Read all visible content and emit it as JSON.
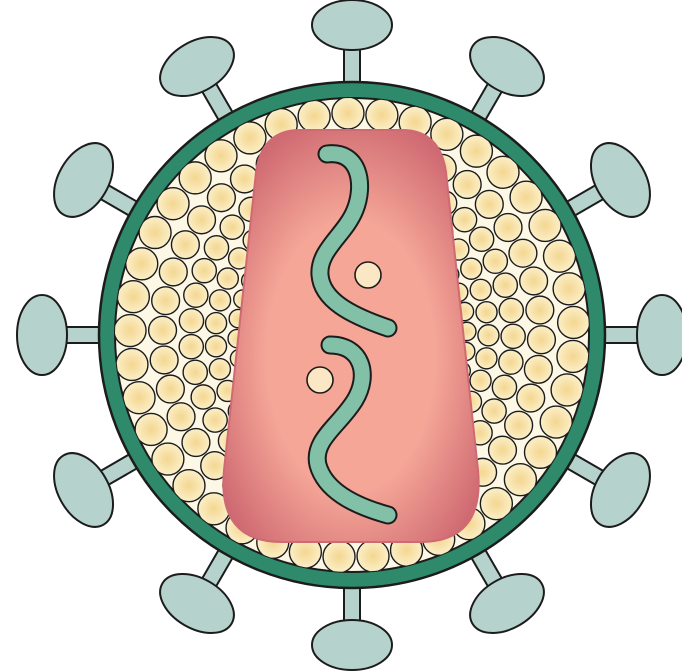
{
  "colors": {
    "background": "#ffffff",
    "outline": "#1c1c1c",
    "envelope": "#2f8a6c",
    "envelope_interior": "#fdf7e6",
    "spike_head": "#b6d2cc",
    "matrix_fill": "#fbefc8",
    "matrix_fill_inner": "#f4d690",
    "capsid_edge": "#cf6a72",
    "capsid_core": "#f5a697",
    "rna_strand": "#83c0a8",
    "rna_dark": "#3f8a72",
    "enzyme_dot": "#fbe7c4"
  },
  "icons": {
    "envelope": "viral-envelope-icon",
    "spike": "glycoprotein-spike-icon",
    "matrix": "matrix-protein-icon",
    "capsid": "conical-capsid-icon",
    "rna": "rna-strand-icon",
    "enzyme": "enzyme-particle-icon"
  },
  "structure": {
    "spike_count": 12,
    "rna_strands": 2,
    "enzyme_particles": 2
  }
}
